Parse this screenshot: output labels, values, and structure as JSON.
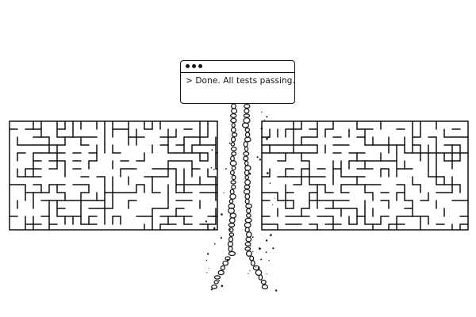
{
  "terminal": {
    "prompt": ">",
    "message": "Done. All tests passing.",
    "window_dots": 3
  },
  "icons": [
    "maze-wall-left",
    "maze-wall-right",
    "rubble-trail"
  ],
  "colors": {
    "ink": "#111111",
    "paper": "#ffffff"
  }
}
